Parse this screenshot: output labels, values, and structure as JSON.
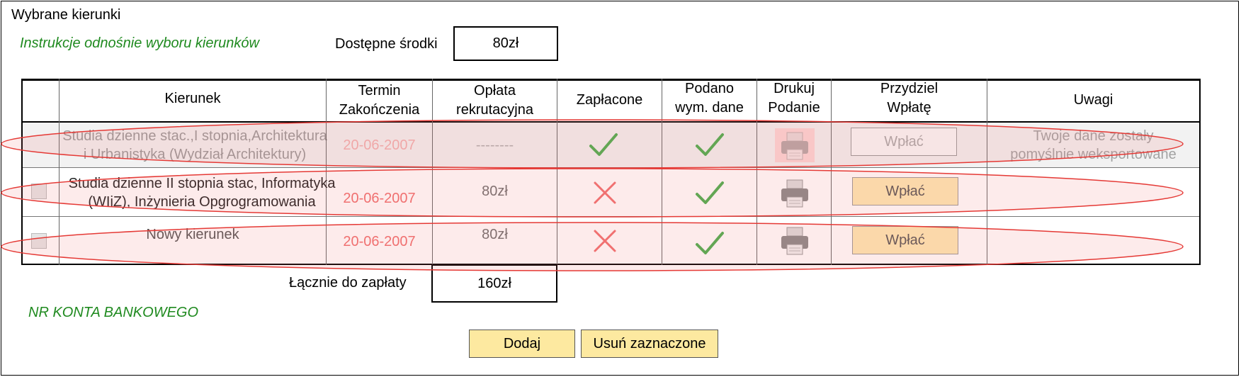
{
  "section_title": "Wybrane kierunki",
  "instructions_link": "Instrukcje odnośnie wyboru kierunków",
  "funds": {
    "label": "Dostępne środki",
    "value": "80zł"
  },
  "table": {
    "headers": {
      "kierunek": "Kierunek",
      "termin_1": "Termin",
      "termin_2": "Zakończenia",
      "oplata_1": "Opłata",
      "oplata_2": "rekrutacyjna",
      "zaplacone": "Zapłacone",
      "podano_1": "Podano",
      "podano_2": "wym. dane",
      "drukuj_1": "Drukuj",
      "drukuj_2": "Podanie",
      "przydziel_1": "Przydziel",
      "przydziel_2": "Wpłatę",
      "uwagi": "Uwagi"
    },
    "rows": [
      {
        "kierunek_1": "Studia dzienne stac.,I stopnia,Architektura",
        "kierunek_2": "i Urbanistyka (Wydział Architektury)",
        "termin": "20-06-2007",
        "oplata": "--------",
        "paid": true,
        "data_given": true,
        "pay_label": "Wpłać",
        "uwagi_1": "Twoje dane zostały",
        "uwagi_2": "pomyślnie weksportowane"
      },
      {
        "kierunek_1": "Studia dzienne II stopnia stac, Informatyka",
        "kierunek_2": "(WIiZ), Inżynieria Opgrogramowania",
        "termin": "20-06-2007",
        "oplata": "80zł",
        "paid": false,
        "data_given": true,
        "pay_label": "Wpłać"
      },
      {
        "kierunek_1": "Nowy kierunek",
        "termin": "20-06-2007",
        "oplata": "80zł",
        "paid": false,
        "data_given": true,
        "pay_label": "Wpłać"
      }
    ]
  },
  "total": {
    "label": "Łącznie do zapłaty",
    "value": "160zł"
  },
  "bank_account_link": "NR KONTA BANKOWEGO",
  "buttons": {
    "add": "Dodaj",
    "remove_selected": "Usuń zaznaczone"
  },
  "colors": {
    "check": "#4caf50",
    "cross": "#f07070",
    "button": "#fde9a0",
    "annotation": "#e53935"
  },
  "icons": {
    "paid_yes": "check-icon",
    "paid_no": "cross-icon",
    "print": "printer-icon"
  }
}
